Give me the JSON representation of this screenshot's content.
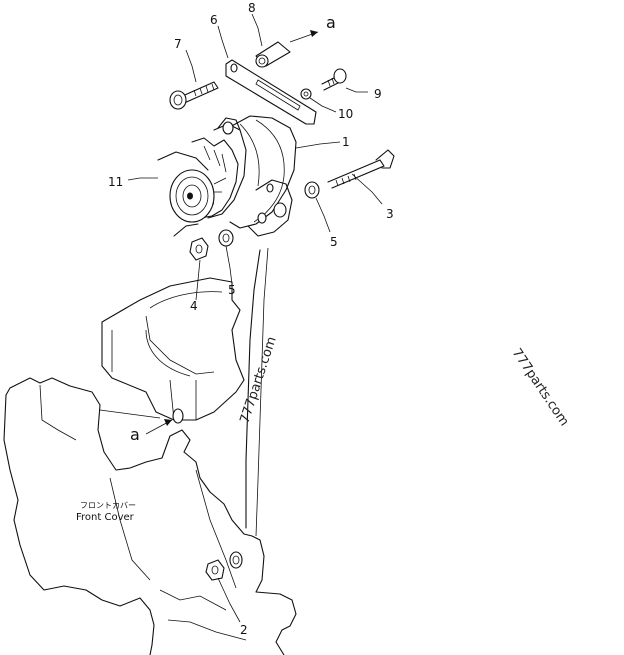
{
  "callouts": {
    "c1": "1",
    "c2": "2",
    "c3": "3",
    "c4": "4",
    "c5a": "5",
    "c5b": "5",
    "c6": "6",
    "c7": "7",
    "c8": "8",
    "c9": "9",
    "c10": "10",
    "c11": "11"
  },
  "arrows": {
    "a_top": "a",
    "a_left": "a"
  },
  "labels": {
    "front_cover_jp": "フロントカバー",
    "front_cover_en": "Front Cover"
  },
  "watermarks": {
    "wm1": "777parts.com",
    "wm2": "777parts.com"
  },
  "colors": {
    "ink": "#111111",
    "paper": "#ffffff"
  }
}
